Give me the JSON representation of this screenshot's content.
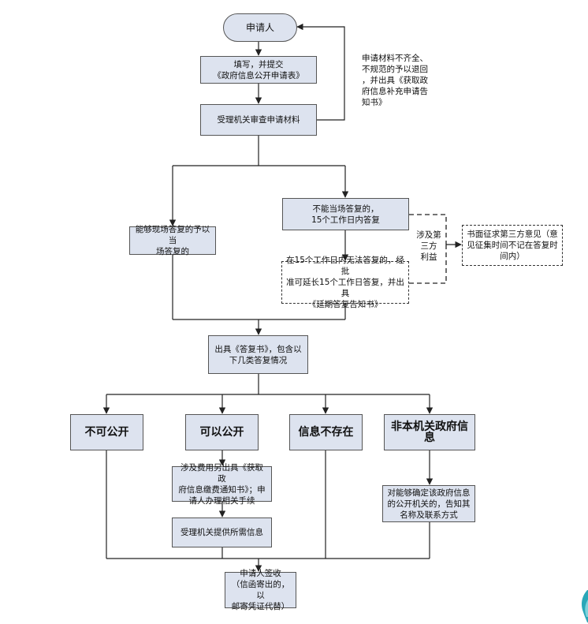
{
  "nodes": {
    "applicant": "申请人",
    "fill": "填写，并提交\n《政府信息公开申请表》",
    "review": "受理机关审查申请材料",
    "on_site": "能够现场答复的予以当\n场答复的",
    "not_on_site": "不能当场答复的，\n15个工作日内答复",
    "extend": "在15个工作日内无法答复的，经批\n准可延长15个工作日答复，并出具\n《延期答复告知书》",
    "third_party": "书面征求第三方意见（意\n见征集时间不记在答复时\n间内）",
    "reply": "出具《答复书》，包含以\n下几类答复情况",
    "not_public": "不可公开",
    "can_public": "可以公开",
    "not_exist": "信息不存在",
    "not_gov": "非本机关政府信息",
    "fee": "涉及费用另出具《获取政\n府信息缴费通知书》；申\n请人办理相关手续",
    "provide": "受理机关提供所需信息",
    "inform": "对能够确定该政府信息\n的公开机关的，告知其\n名称及联系方式",
    "sign": "申请人签收\n（信函寄出的，以\n邮寄凭证代替）"
  },
  "labels": {
    "incomplete": "申请材料不齐全、\n不规范的予以退回\n，并出具《获取政\n府信息补充申请告\n知书》",
    "third_party_label": "涉及第\n三方\n利益"
  },
  "colors": {
    "node_fill": "#dde3ef",
    "line": "#222222",
    "accent_deco": "#2aa7b8"
  }
}
